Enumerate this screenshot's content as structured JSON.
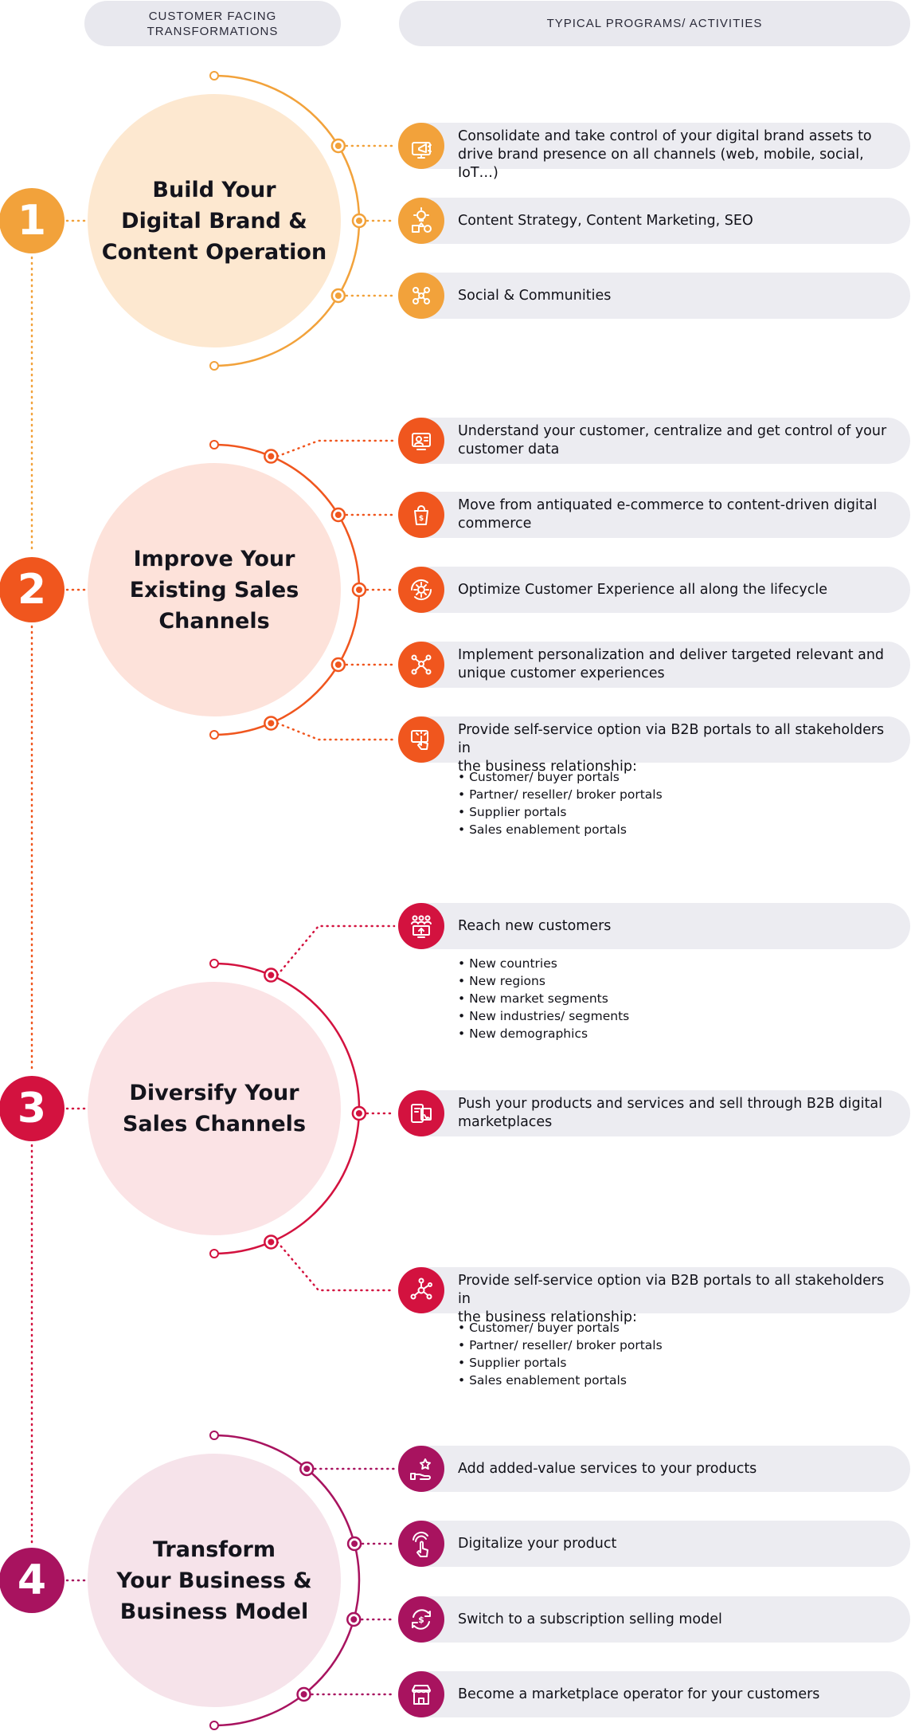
{
  "headers": {
    "left": "CUSTOMER FACING\nTRANSFORMATIONS",
    "right": "TYPICAL PROGRAMS/ ACTIVITIES"
  },
  "colors": {
    "stage1": "#f2a23b",
    "stage2": "#f0561e",
    "stage3": "#d3123f",
    "stage4": "#a8135f",
    "header_bg": "#e8e8ee",
    "pill_bg": "#ececf1"
  },
  "stages": [
    {
      "number": "1",
      "title": "Build Your\nDigital Brand &\nContent Operation",
      "activities": [
        {
          "icon": "megaphone-screen-icon",
          "text": "Consolidate and take control of your digital brand assets to\ndrive brand presence on all channels (web, mobile, social, IoT…)",
          "bullets": []
        },
        {
          "icon": "lightbulb-shapes-icon",
          "text": "Content Strategy, Content Marketing, SEO",
          "bullets": []
        },
        {
          "icon": "social-network-icon",
          "text": "Social & Communities",
          "bullets": []
        }
      ]
    },
    {
      "number": "2",
      "title": "Improve Your\nExisting Sales\nChannels",
      "activities": [
        {
          "icon": "customer-data-icon",
          "text": "Understand your customer, centralize and get control of your\ncustomer data",
          "bullets": []
        },
        {
          "icon": "shopping-bag-icon",
          "text": "Move from antiquated e-commerce to content-driven digital\ncommerce",
          "bullets": []
        },
        {
          "icon": "gear-cycle-icon",
          "text": "Optimize Customer Experience all along the lifecycle",
          "bullets": []
        },
        {
          "icon": "personalization-network-icon",
          "text": "Implement personalization and deliver targeted relevant and\nunique customer experiences",
          "bullets": []
        },
        {
          "icon": "touch-portal-icon",
          "text": "Provide self-service option via B2B portals to all stakeholders in\nthe business relationship:",
          "bullets": [
            "• Customer/ buyer portals",
            "• Partner/ reseller/ broker portals",
            "• Supplier portals",
            "• Sales enablement portals"
          ]
        }
      ]
    },
    {
      "number": "3",
      "title": "Diversify Your\nSales Channels",
      "activities": [
        {
          "icon": "new-customers-icon",
          "text": "Reach new customers",
          "bullets": [
            "• New countries",
            "• New regions",
            "• New market segments",
            "• New industries/ segments",
            "• New demographics"
          ]
        },
        {
          "icon": "marketplace-devices-icon",
          "text": "Push your products and services and sell through B2B digital\nmarketplaces",
          "bullets": []
        },
        {
          "icon": "hub-network-icon",
          "text": "Provide self-service option via B2B portals to all stakeholders in\nthe business relationship:",
          "bullets": [
            "• Customer/ buyer portals",
            "• Partner/ reseller/ broker portals",
            "• Supplier portals",
            "• Sales enablement portals"
          ]
        }
      ]
    },
    {
      "number": "4",
      "title": "Transform\nYour Business &\nBusiness Model",
      "activities": [
        {
          "icon": "hand-star-icon",
          "text": "Add added-value services to your products",
          "bullets": []
        },
        {
          "icon": "touch-digital-icon",
          "text": "Digitalize your product",
          "bullets": []
        },
        {
          "icon": "subscription-cycle-icon",
          "text": "Switch to a subscription selling model",
          "bullets": []
        },
        {
          "icon": "storefront-icon",
          "text": "Become a marketplace operator for your customers",
          "bullets": []
        }
      ]
    }
  ]
}
